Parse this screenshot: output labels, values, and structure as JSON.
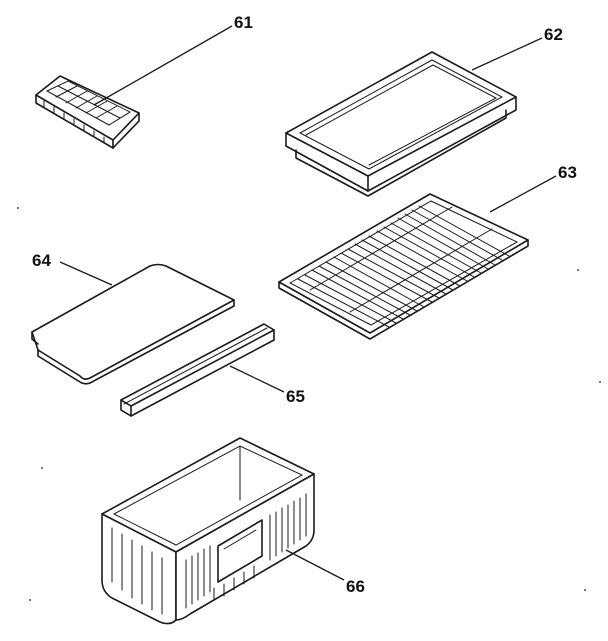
{
  "labels": {
    "ice_tray": "61",
    "tray": "62",
    "rack": "63",
    "cover": "64",
    "rail": "65",
    "bin": "66"
  },
  "colors": {
    "ink": "#1a1a1a",
    "background": "#ffffff"
  }
}
